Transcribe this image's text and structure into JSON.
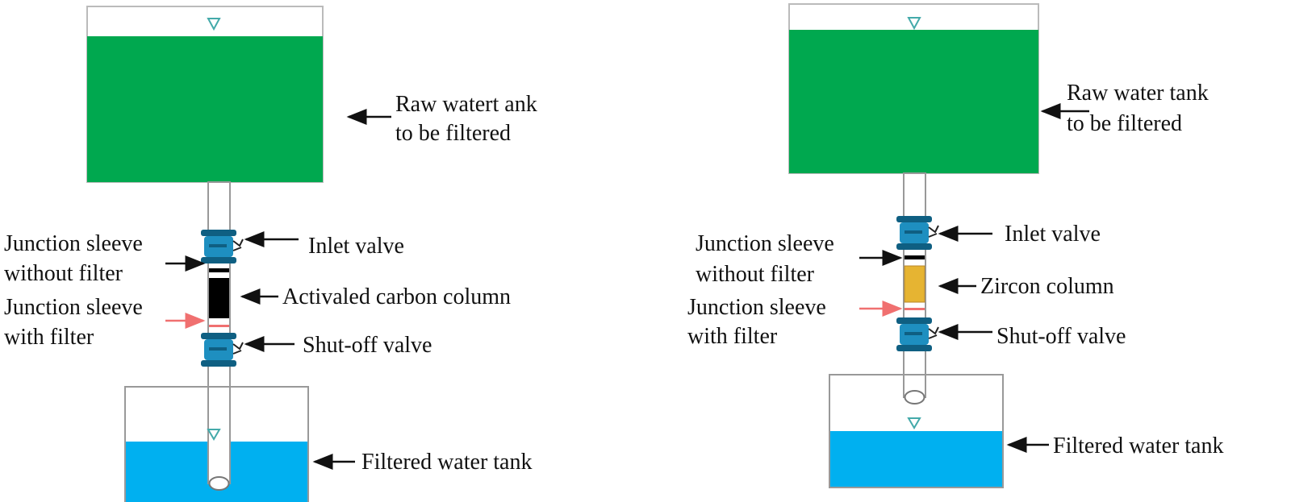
{
  "colors": {
    "raw_water": "#00A84F",
    "filtered_water": "#00B0F0",
    "carbon": "#000000",
    "zircon": "#E6B432",
    "filter_line": "#F07070",
    "valve": "#1E8FC0"
  },
  "left": {
    "raw_tank_label": [
      "Raw watert ank",
      "to be filtered"
    ],
    "inlet_valve": "Inlet valve",
    "sleeve_without_filter": [
      "Junction sleeve",
      "without filter"
    ],
    "column": "Activaled carbon column",
    "sleeve_with_filter": [
      "Junction sleeve",
      "with filter"
    ],
    "shutoff_valve": "Shut-off valve",
    "filtered_tank": "Filtered water tank"
  },
  "right": {
    "raw_tank_label": [
      "Raw water tank",
      "to be filtered"
    ],
    "inlet_valve": "Inlet valve",
    "sleeve_without_filter": [
      "Junction sleeve",
      "without filter"
    ],
    "column": "Zircon column",
    "sleeve_with_filter": [
      "Junction sleeve",
      "with filter"
    ],
    "shutoff_valve": "Shut-off valve",
    "filtered_tank": "Filtered water tank"
  }
}
